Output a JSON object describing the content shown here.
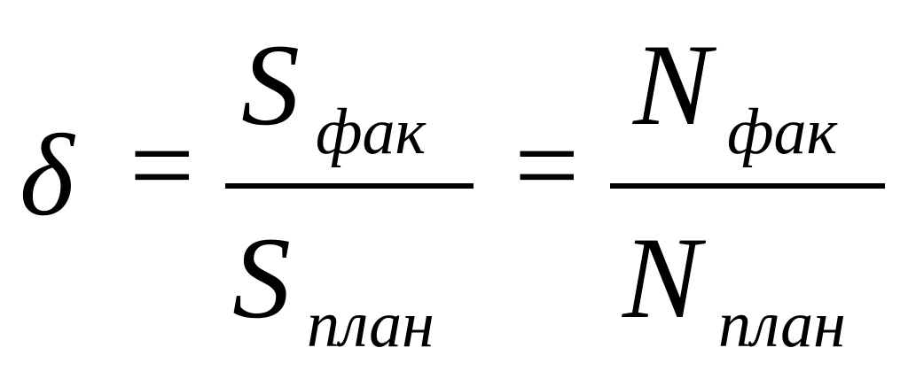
{
  "formula": {
    "lhs": "δ",
    "equals": "=",
    "fraction1": {
      "numerator": {
        "base": "S",
        "sub": "фак"
      },
      "denominator": {
        "base": "S",
        "sub": "план"
      }
    },
    "fraction2": {
      "numerator": {
        "base": "N",
        "sub": "фак"
      },
      "denominator": {
        "base": "N",
        "sub": "план"
      }
    }
  }
}
